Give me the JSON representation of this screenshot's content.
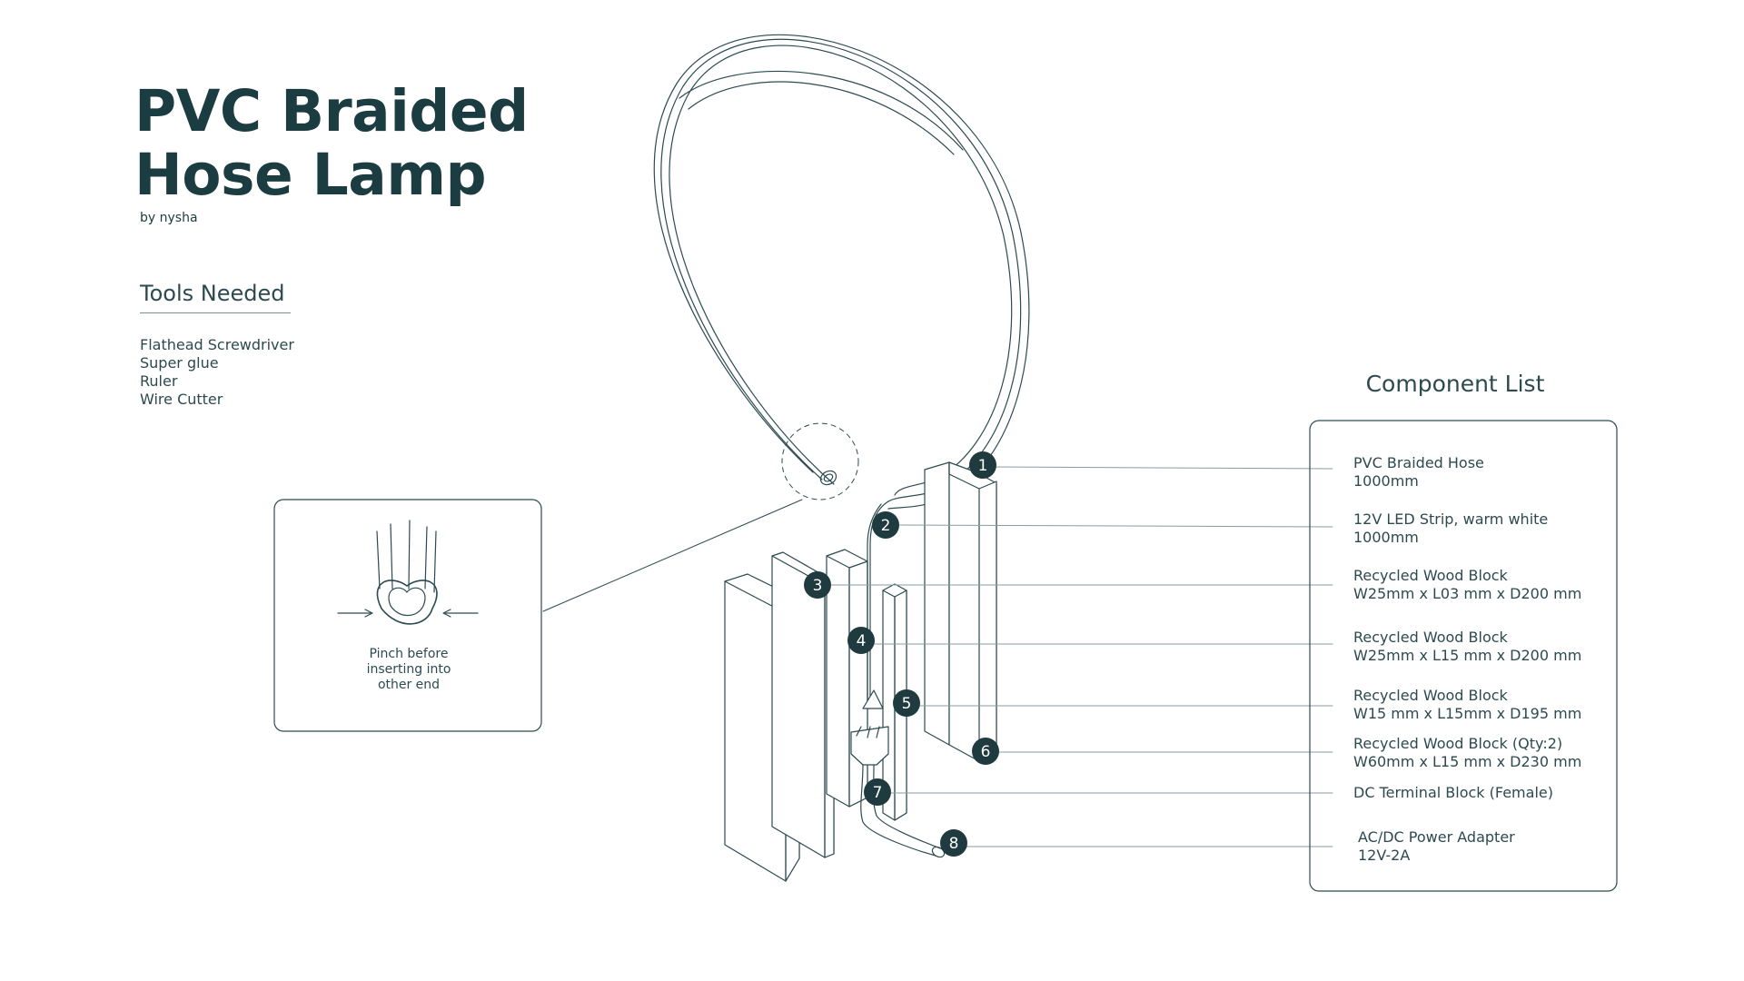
{
  "title_lines": [
    "PVC Braided",
    "Hose Lamp"
  ],
  "byline": "by nysha",
  "tools": {
    "heading": "Tools Needed",
    "items": [
      "Flathead Screwdriver",
      "Super glue",
      "Ruler",
      "Wire Cutter"
    ]
  },
  "callout_note": "Pinch before\ninserting into\nother end",
  "components": {
    "heading": "Component List",
    "items": [
      {
        "num": "1",
        "line1": "PVC Braided Hose",
        "line2": "1000mm"
      },
      {
        "num": "2",
        "line1": "12V LED Strip, warm white",
        "line2": "1000mm"
      },
      {
        "num": "3",
        "line1": "Recycled Wood Block",
        "line2": "W25mm  x L03 mm x D200 mm"
      },
      {
        "num": "4",
        "line1": "Recycled Wood Block",
        "line2": "W25mm  x L15 mm x D200 mm"
      },
      {
        "num": "5",
        "line1": "Recycled Wood Block",
        "line2": "W15 mm x L15mm x D195 mm"
      },
      {
        "num": "6",
        "line1": "Recycled Wood Block (Qty:2)",
        "line2": "W60mm  x L15 mm x D230 mm"
      },
      {
        "num": "7",
        "line1": "DC Terminal Block (Female)",
        "line2": ""
      },
      {
        "num": "8",
        "line1": "AC/DC Power Adapter",
        "line2": "12V-2A"
      }
    ]
  },
  "colors": {
    "ink": "#1b3c40",
    "line": "#2c4a50",
    "badge": "#1f3b40"
  }
}
